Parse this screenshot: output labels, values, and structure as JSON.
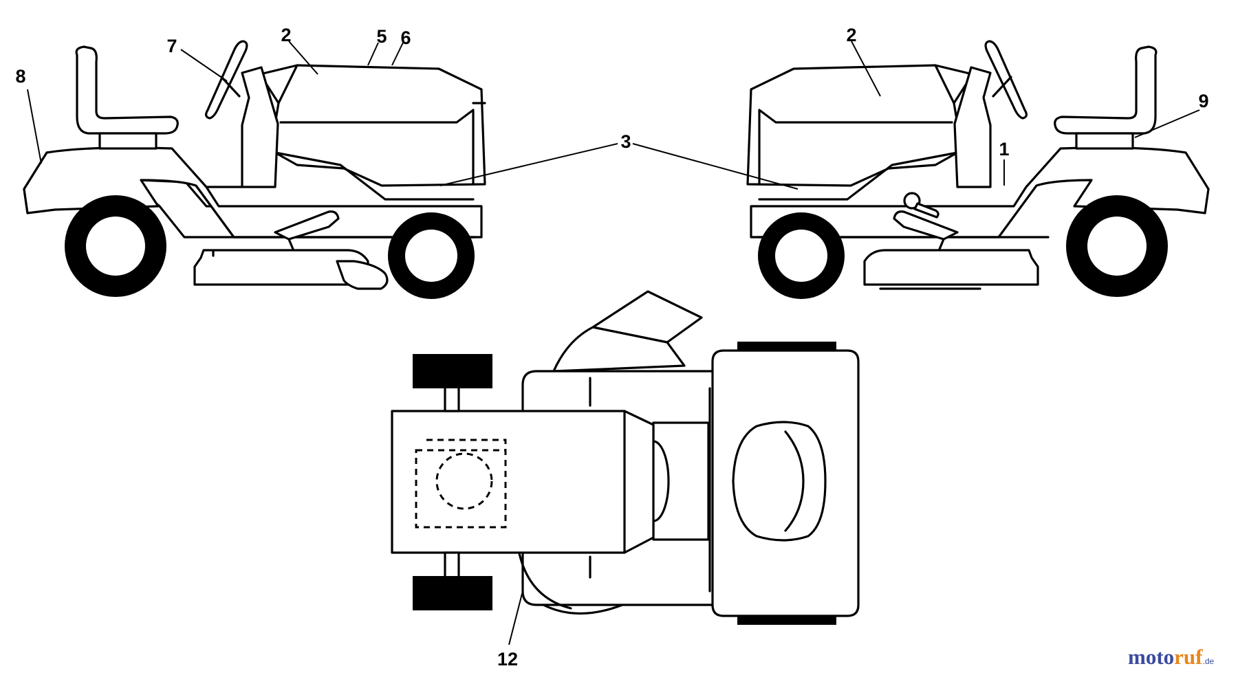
{
  "diagram": {
    "callouts": [
      {
        "id": "c8",
        "text": "8"
      },
      {
        "id": "c7",
        "text": "7"
      },
      {
        "id": "c2a",
        "text": "2"
      },
      {
        "id": "c5",
        "text": "5"
      },
      {
        "id": "c6",
        "text": "6"
      },
      {
        "id": "c3",
        "text": "3"
      },
      {
        "id": "c2b",
        "text": "2"
      },
      {
        "id": "c9",
        "text": "9"
      },
      {
        "id": "c1",
        "text": "1"
      },
      {
        "id": "c12",
        "text": "12"
      }
    ]
  },
  "watermark": {
    "part1": "moto",
    "part2": "ruf",
    "tld": ".de",
    "colors": {
      "primary": "#3a4aa0",
      "accent": "#e8861a"
    }
  }
}
